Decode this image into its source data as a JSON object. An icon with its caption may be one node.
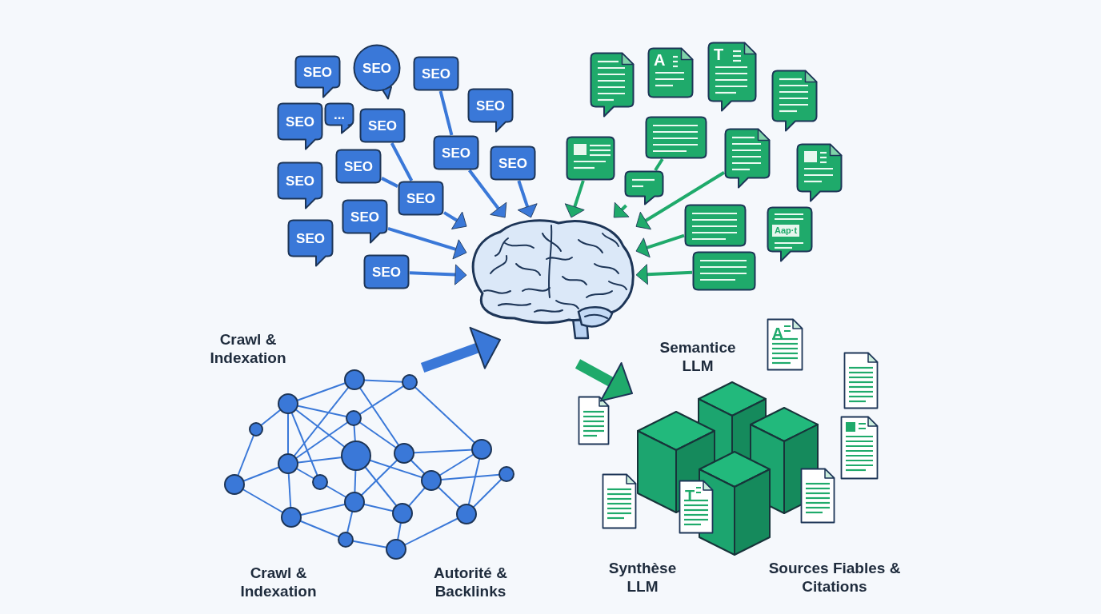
{
  "diagram": {
    "nodes": [
      {
        "text": [
          "SEO"
        ]
      },
      {
        "text": [
          "SEO"
        ]
      },
      {
        "text": [
          "SEO"
        ]
      },
      {
        "text": [
          "SEO"
        ]
      },
      {
        "text": [
          "..."
        ]
      },
      {
        "text": [
          "SEO"
        ]
      },
      {
        "text": [
          "SEO"
        ]
      },
      {
        "text": [
          "SEO"
        ]
      },
      {
        "text": [
          "SEO"
        ]
      },
      {
        "text": [
          "SEO"
        ]
      },
      {
        "text": [
          "SEO"
        ]
      },
      {
        "text": [
          "SEO"
        ]
      },
      {
        "text": [
          "SEO"
        ]
      },
      {
        "text": [
          "SEO"
        ]
      },
      {
        "text": [
          "SEO"
        ]
      },
      {
        "text": [],
        "shape": "box"
      },
      {
        "text": [
          "A"
        ]
      },
      {
        "text": [
          "T"
        ]
      },
      {
        "text": [],
        "shape": "box"
      },
      {
        "text": [],
        "shape": "box"
      },
      {
        "text": [],
        "shape": "box"
      },
      {
        "text": [],
        "shape": "box"
      },
      {
        "text": [],
        "shape": "box"
      },
      {
        "text": [],
        "shape": "box"
      },
      {
        "text": [],
        "shape": "box"
      },
      {
        "text": [
          "Aap·t"
        ]
      },
      {
        "text": [],
        "shape": "box"
      },
      {
        "text": [],
        "shape": "picture"
      },
      {
        "text": [],
        "shape": "picture",
        "beside": [
          "Crawl & Indexation",
          "Crawl & Indexation",
          "Autorité & Backlinks"
        ]
      },
      {
        "text": [],
        "shape": "picture",
        "beside": [
          "Semantice LLM",
          "Synthèse LLM",
          "Sources Fiables & Citations"
        ]
      }
    ],
    "edges": [
      {
        "from": 2,
        "to": 9,
        "arrow": "none"
      },
      {
        "from": 5,
        "to": 11,
        "arrow": "none"
      },
      {
        "from": 8,
        "to": 11,
        "arrow": "none"
      },
      {
        "from": 9,
        "to": 27,
        "arrow": "to"
      },
      {
        "from": 10,
        "to": 27,
        "arrow": "to"
      },
      {
        "from": 11,
        "to": 27,
        "arrow": "to"
      },
      {
        "from": 13,
        "to": 27,
        "arrow": "to"
      },
      {
        "from": 14,
        "to": 27,
        "arrow": "to"
      },
      {
        "from": 19,
        "to": 21,
        "arrow": "none",
        "color": "#1faa6b"
      },
      {
        "from": 20,
        "to": 27,
        "arrow": "to",
        "color": "#1faa6b"
      },
      {
        "from": 21,
        "to": 27,
        "arrow": "to",
        "color": "#1faa6b"
      },
      {
        "from": 22,
        "to": 27,
        "arrow": "to",
        "color": "#1faa6b"
      },
      {
        "from": 24,
        "to": 27,
        "arrow": "to",
        "color": "#1faa6b"
      },
      {
        "from": 26,
        "to": 27,
        "arrow": "to",
        "color": "#1faa6b"
      },
      {
        "from": 28,
        "to": 27,
        "arrow": "to",
        "style": "thick"
      },
      {
        "from": null,
        "to": 29,
        "arrow": "to",
        "style": "thick",
        "color": "#1faa6b"
      }
    ],
    "labels": [
      "A",
      "T"
    ]
  }
}
